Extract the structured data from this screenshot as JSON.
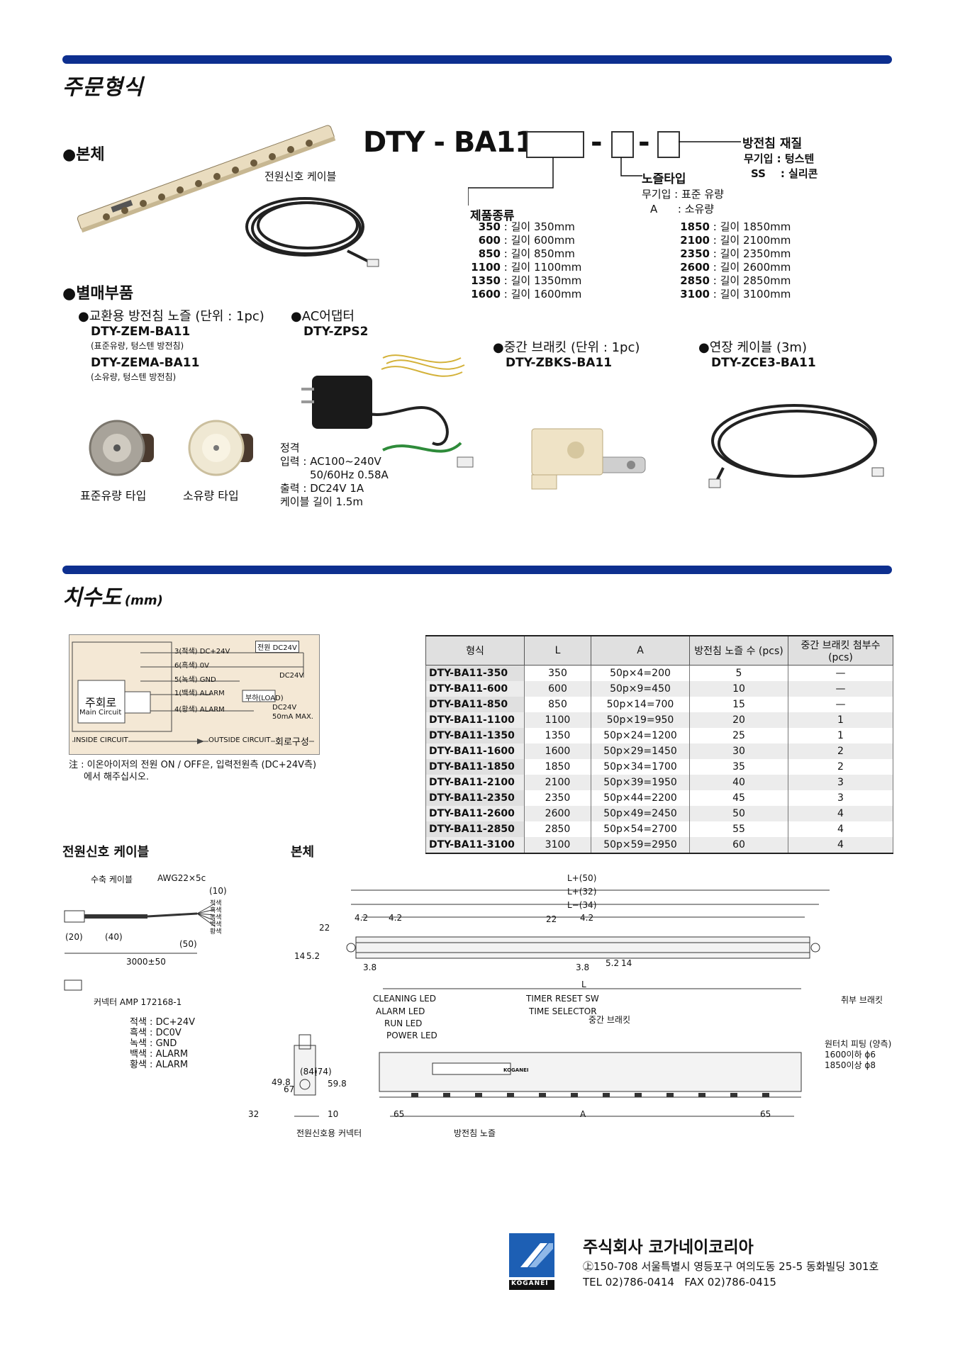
{
  "section1": {
    "title": "주문형식"
  },
  "body_label": "●본체",
  "model": {
    "prefix": "DTY - BA11 -",
    "dash1": "-",
    "dash2": "-"
  },
  "needle_material": {
    "title": "방전침 재질",
    "lines": [
      "무기입 : 텅스텐",
      "SS    : 실리콘"
    ]
  },
  "exposure_type": {
    "title": "노즐타입",
    "lines": [
      "무기입 : 표준 유량",
      "A      : 소유량"
    ]
  },
  "product_type": {
    "title": "제품종류",
    "left": [
      [
        "350",
        "길이 350mm"
      ],
      [
        "600",
        "길이 600mm"
      ],
      [
        "850",
        "길이 850mm"
      ],
      [
        "1100",
        "길이 1100mm"
      ],
      [
        "1350",
        "길이 1350mm"
      ],
      [
        "1600",
        "길이 1600mm"
      ]
    ],
    "right": [
      [
        "1850",
        "길이 1850mm"
      ],
      [
        "2100",
        "길이 2100mm"
      ],
      [
        "2350",
        "길이 2350mm"
      ],
      [
        "2600",
        "길이 2600mm"
      ],
      [
        "2850",
        "길이 2850mm"
      ],
      [
        "3100",
        "길이 3100mm"
      ]
    ]
  },
  "cable_label": "전원신호 케이블",
  "accessories": {
    "title": "●별매부품",
    "nozzle": {
      "title": "●교환용 방전침 노즐 (단위 : 1pc)",
      "m1": "DTY-ZEM-BA11",
      "m1_desc": "(표준유량, 텅스텐 방전침)",
      "m2": "DTY-ZEMA-BA11",
      "m2_desc": "(소유량, 텅스텐 방전침)",
      "cap1": "표준유량 타입",
      "cap2": "소유량 타입"
    },
    "adapter": {
      "title": "●AC어댑터",
      "model": "DTY-ZPS2",
      "rating_lines": [
        "정격",
        "입력 : AC100~240V",
        "50/60Hz 0.58A",
        "출력 : DC24V 1A",
        "케이블 길이 1.5m"
      ]
    },
    "bracket": {
      "title": "●중간 브래킷 (단위 : 1pc)",
      "model": "DTY-ZBKS-BA11"
    },
    "ext_cable": {
      "title": "●연장 케이블 (3m)",
      "model": "DTY-ZCE3-BA11"
    }
  },
  "section2": {
    "title": "치수도",
    "unit": "(mm)"
  },
  "circuit": {
    "main_circuit": "주회로",
    "main_circuit_en": "Main Circuit",
    "wires": [
      "3(적색) DC+24V",
      "6(흑색) 0V",
      "5(녹색) GND",
      "1(백색) ALARM",
      "4(황색) ALARM"
    ],
    "power": "전원 DC24V",
    "load": "부하(LOAD)",
    "dc24": "DC24V",
    "dc24b": "DC24V",
    "ma": "50mA MAX.",
    "inside": "INSIDE CIRCUIT",
    "outside": "OUTSIDE CIRCUIT",
    "caption": "회로구성",
    "note1": "注 : 이온아이저의 전원 ON / OFF은, 입력전원측 (DC+24V측)",
    "note2": "에서 해주십시오."
  },
  "table": {
    "headers": [
      "형식",
      "L",
      "A",
      "방전침 노즐 수 (pcs)",
      "중간 브래킷 첨부수(pcs)"
    ],
    "rows": [
      [
        "DTY-BA11-350",
        "350",
        "50p×4=200",
        "5",
        "—"
      ],
      [
        "DTY-BA11-600",
        "600",
        "50p×9=450",
        "10",
        "—"
      ],
      [
        "DTY-BA11-850",
        "850",
        "50p×14=700",
        "15",
        "—"
      ],
      [
        "DTY-BA11-1100",
        "1100",
        "50p×19=950",
        "20",
        "1"
      ],
      [
        "DTY-BA11-1350",
        "1350",
        "50p×24=1200",
        "25",
        "1"
      ],
      [
        "DTY-BA11-1600",
        "1600",
        "50p×29=1450",
        "30",
        "2"
      ],
      [
        "DTY-BA11-1850",
        "1850",
        "50p×34=1700",
        "35",
        "2"
      ],
      [
        "DTY-BA11-2100",
        "2100",
        "50p×39=1950",
        "40",
        "3"
      ],
      [
        "DTY-BA11-2350",
        "2350",
        "50p×44=2200",
        "45",
        "3"
      ],
      [
        "DTY-BA11-2600",
        "2600",
        "50p×49=2450",
        "50",
        "4"
      ],
      [
        "DTY-BA11-2850",
        "2850",
        "50p×54=2700",
        "55",
        "4"
      ],
      [
        "DTY-BA11-3100",
        "3100",
        "50p×59=2950",
        "60",
        "4"
      ]
    ]
  },
  "cable_drawing": {
    "title": "전원신호 케이블",
    "shrink": "수축 케이블",
    "awg": "AWG22×5c",
    "d10": "(10)",
    "d20": "(20)",
    "d40": "(40)",
    "d50": "(50)",
    "length": "3000±50",
    "colors": [
      "적색",
      "흑색",
      "녹색",
      "백색",
      "황색"
    ],
    "connector": "커넥터  AMP 172168-1",
    "legend": [
      "적색 : DC+24V",
      "흑색 : DC0V",
      "녹색 : GND",
      "백색 : ALARM",
      "황색 : ALARM"
    ]
  },
  "body_drawing": {
    "title": "본체",
    "dims_top": [
      "L+(50)",
      "L+(32)",
      "L−(34)"
    ],
    "d42a": "4.2",
    "d42b": "4.2",
    "d42c": "4.2",
    "d22a": "22",
    "d22b": "22",
    "d14a": "14",
    "d52a": "5.2",
    "d38a": "3.8",
    "d38b": "3.8",
    "d52b": "5.2",
    "d14b": "14",
    "L": "L",
    "leds": [
      "CLEANING LED",
      "ALARM LED",
      "RUN LED",
      "POWER LED"
    ],
    "sw": [
      "TIMER RESET SW",
      "TIME SELECTOR"
    ],
    "mid_bracket": "중간 브래킷",
    "mount_bracket": "취부 브래킷",
    "fitting": [
      "원터치 피팅 (양측)",
      "1600이하 ϕ6",
      "1850이상 ϕ8"
    ],
    "side_dims": [
      "49.8",
      "67",
      "(84)",
      "(74)",
      "59.8",
      "10",
      "32"
    ],
    "bottom": [
      "65",
      "A",
      "65"
    ],
    "connector": "전원신호용 커넥터",
    "nozzle": "방전침 노즐",
    "brand_small": "KOGANEI"
  },
  "company": {
    "name": "주식회사 코가네이코리아",
    "addr": "㊤150-708 서울특별시 영등포구 여의도동 25-5 동화빌딩 301호",
    "tel": "TEL 02)786-0414   FAX 02)786-0415",
    "logo": "KOGANEI"
  }
}
